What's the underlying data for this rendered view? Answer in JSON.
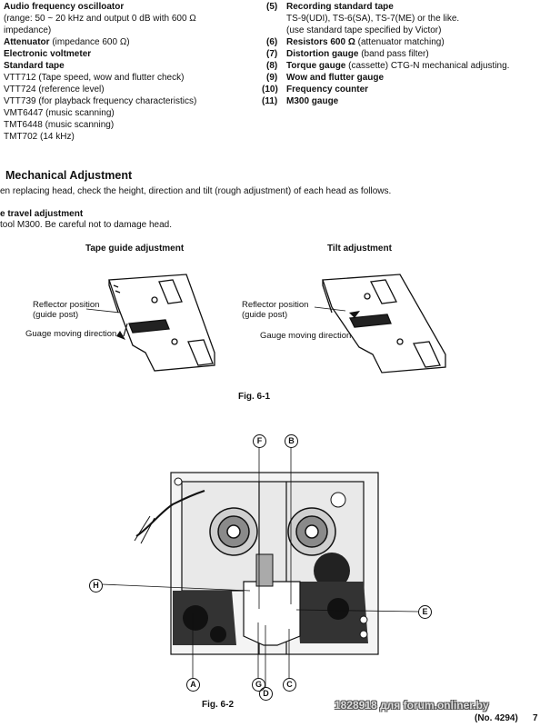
{
  "left_list": [
    {
      "text": "Audio frequency oscilloator",
      "bold": true
    },
    {
      "text": "(range:  50 ~ 20 kHz  and  output  0 dB  with  600 Ω",
      "bold": false
    },
    {
      "text": "impedance)",
      "bold": false
    },
    {
      "text": "Attenuator (impedance 600 Ω)",
      "bold": false,
      "bold_prefix": "Attenuator"
    },
    {
      "text": "Electronic voltmeter",
      "bold": true
    },
    {
      "text": "Standard tape",
      "bold": true
    },
    {
      "text": "VTT712 (Tape speed, wow and flutter check)",
      "bold": false
    },
    {
      "text": "VTT724 (reference level)",
      "bold": false
    },
    {
      "text": "VTT739 (for playback frequency characteristics)",
      "bold": false
    },
    {
      "text": "VMT6447 (music scanning)",
      "bold": false
    },
    {
      "text": "TMT6448 (music scanning)",
      "bold": false
    },
    {
      "text": "TMT702 (14 kHz)",
      "bold": false
    }
  ],
  "right_list": [
    {
      "num": "(5)",
      "text": "Recording standard tape",
      "bold": true
    },
    {
      "num": "",
      "text": "TS-9(UDI), TS-6(SA), TS-7(ME) or the like.",
      "bold": false
    },
    {
      "num": "",
      "text": "(use standard tape specified by Victor)",
      "bold": false
    },
    {
      "num": "(6)",
      "text": "Resistors 600 Ω (attenuator matching)",
      "bold": false,
      "bold_prefix": "Resistors 600 Ω"
    },
    {
      "num": "(7)",
      "text": "Distortion gauge (band pass filter)",
      "bold": false,
      "bold_prefix": "Distortion gauge"
    },
    {
      "num": "(8)",
      "text": "Torque gauge (cassette) CTG-N mechanical adjusting.",
      "bold": false,
      "bold_prefix": "Torque gauge"
    },
    {
      "num": "(9)",
      "text": "Wow and flutter gauge",
      "bold": true
    },
    {
      "num": "(10)",
      "text": "Frequency counter",
      "bold": true
    },
    {
      "num": "(11)",
      "text": "M300 gauge",
      "bold": true
    }
  ],
  "section": {
    "title": "Mechanical Adjustment",
    "intro": "en replacing head, check the height, direction and tilt (rough adjustment) of each head as follows.",
    "subhead": "e travel adjustment",
    "subtext": "tool M300. Be careful not to damage head."
  },
  "fig1": {
    "left_title": "Tape guide adjustment",
    "right_title": "Tilt adjustment",
    "reflector_left": [
      "Reflector position",
      "(guide post)"
    ],
    "direction_left": "Guage moving direction",
    "reflector_right": [
      "Reflector position",
      "(guide post)"
    ],
    "direction_right": "Gauge moving direction",
    "caption": "Fig. 6-1"
  },
  "fig2": {
    "caption": "Fig. 6-2",
    "markers": [
      "F",
      "B",
      "H",
      "E",
      "A",
      "G",
      "D",
      "C"
    ]
  },
  "footer": {
    "watermark": "1828918 для forum.onliner.by",
    "doc_number": "(No. 4294)",
    "page": "7"
  }
}
